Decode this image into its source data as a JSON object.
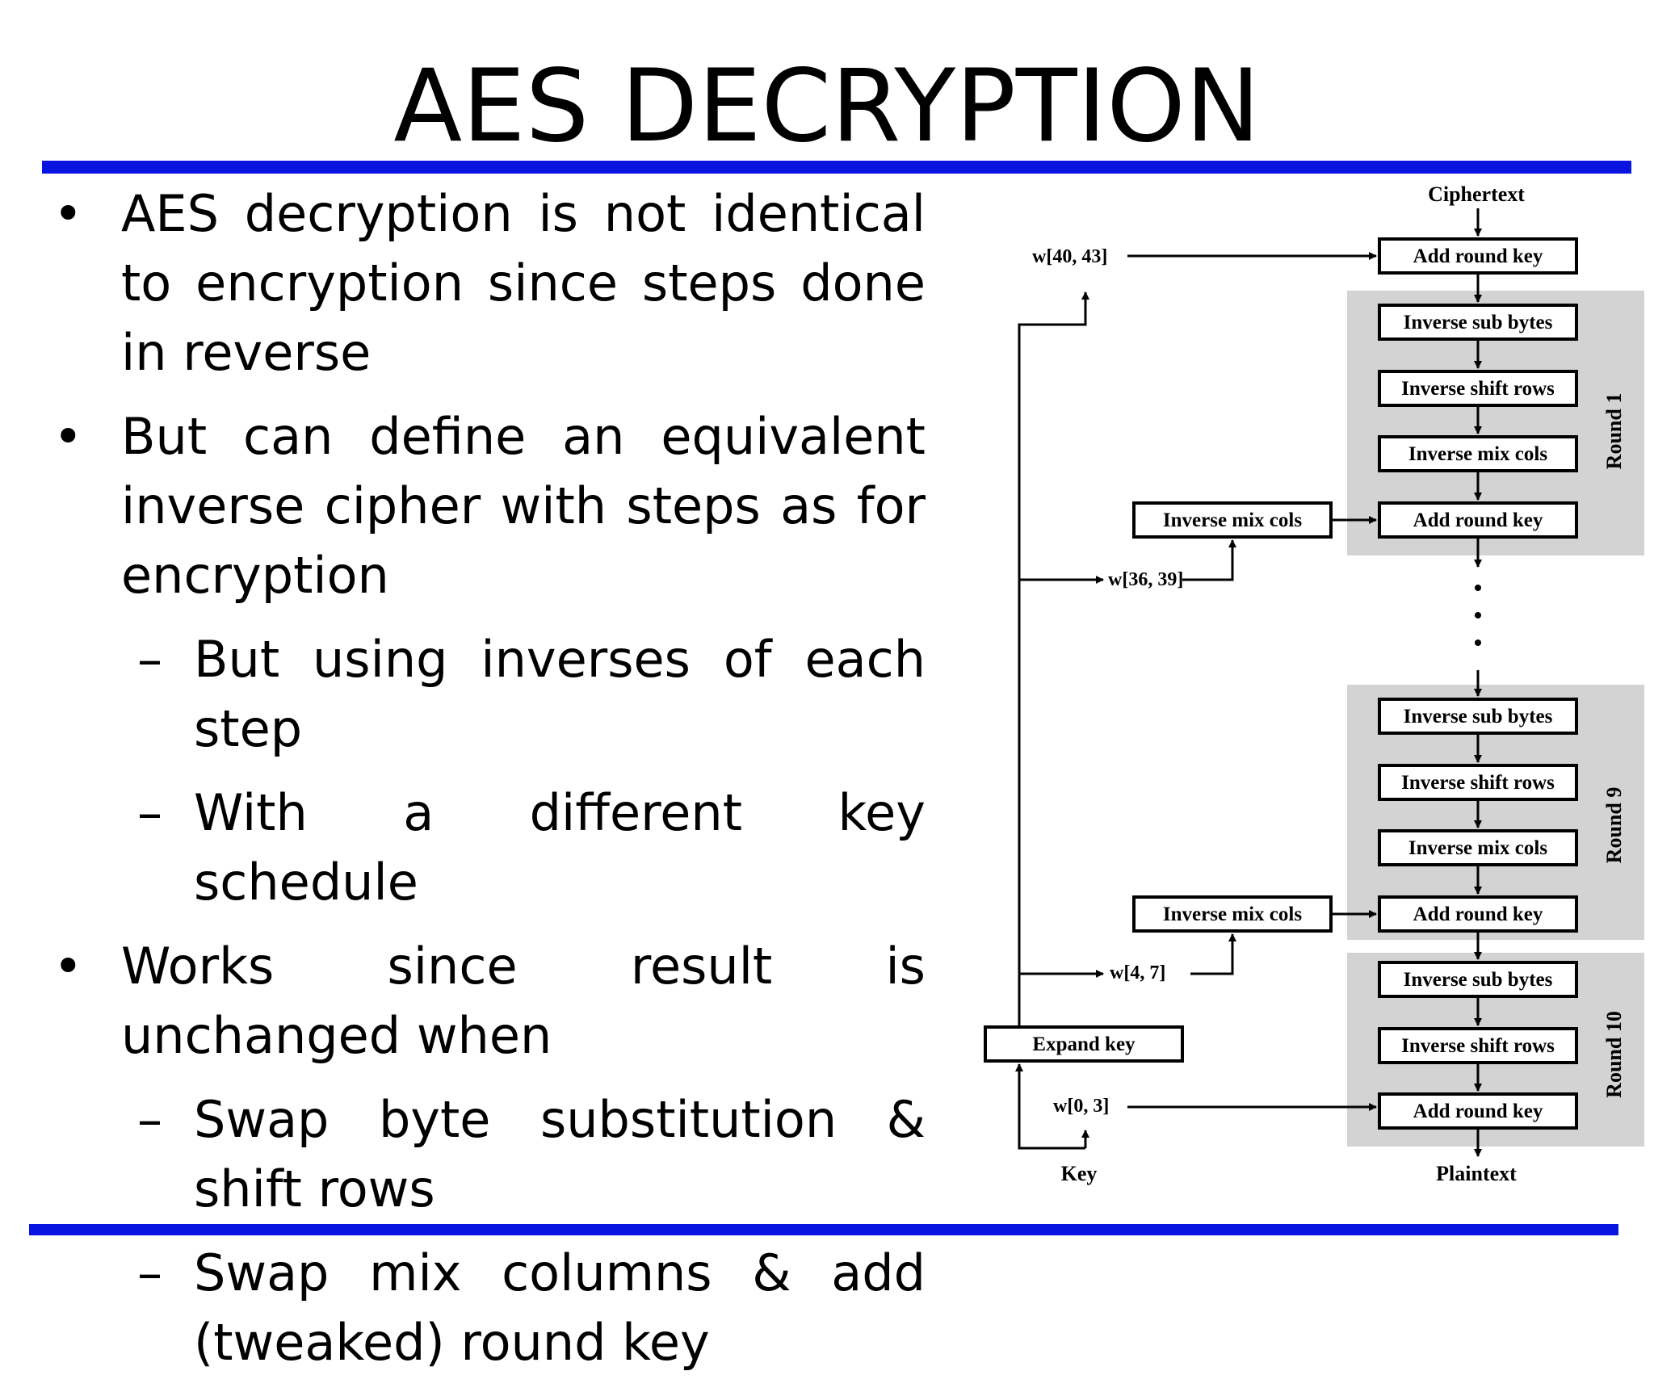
{
  "title": "AES DECRYPTION",
  "bullets": [
    {
      "type": "main",
      "text": "AES decryption is not identical to encryption since steps done in reverse"
    },
    {
      "type": "main",
      "text": "But can define an equivalent inverse cipher with steps as for encryption"
    },
    {
      "type": "sub",
      "text": "But using inverses of each step"
    },
    {
      "type": "sub",
      "text": "With a different key schedule"
    },
    {
      "type": "main",
      "text": "Works since result is unchanged when"
    },
    {
      "type": "sub",
      "text": "Swap byte substitution & shift rows"
    },
    {
      "type": "sub",
      "text": "Swap mix columns & add (tweaked) round key"
    }
  ],
  "diagram": {
    "input_label": "Ciphertext",
    "output_label": "Plaintext",
    "key_label": "Key",
    "expand_key": "Expand key",
    "initial_add_round_key": "Add round key",
    "rounds": [
      {
        "name": "Round 1",
        "steps": [
          "Inverse sub bytes",
          "Inverse shift rows",
          "Inverse mix cols",
          "Add round key"
        ],
        "side_box": "Inverse mix cols",
        "key_label": "w[36, 39]"
      },
      {
        "name": "Round 9",
        "steps": [
          "Inverse sub bytes",
          "Inverse shift rows",
          "Inverse mix cols",
          "Add round key"
        ],
        "side_box": "Inverse mix cols",
        "key_label": "w[4, 7]"
      },
      {
        "name": "Round 10",
        "steps": [
          "Inverse sub bytes",
          "Inverse shift rows",
          "Add round key"
        ],
        "key_label": "w[0, 3]"
      }
    ],
    "first_key_label": "w[40, 43]"
  },
  "colors": {
    "rule": "#0a14e0",
    "round_bg": "#d3d3d3"
  }
}
